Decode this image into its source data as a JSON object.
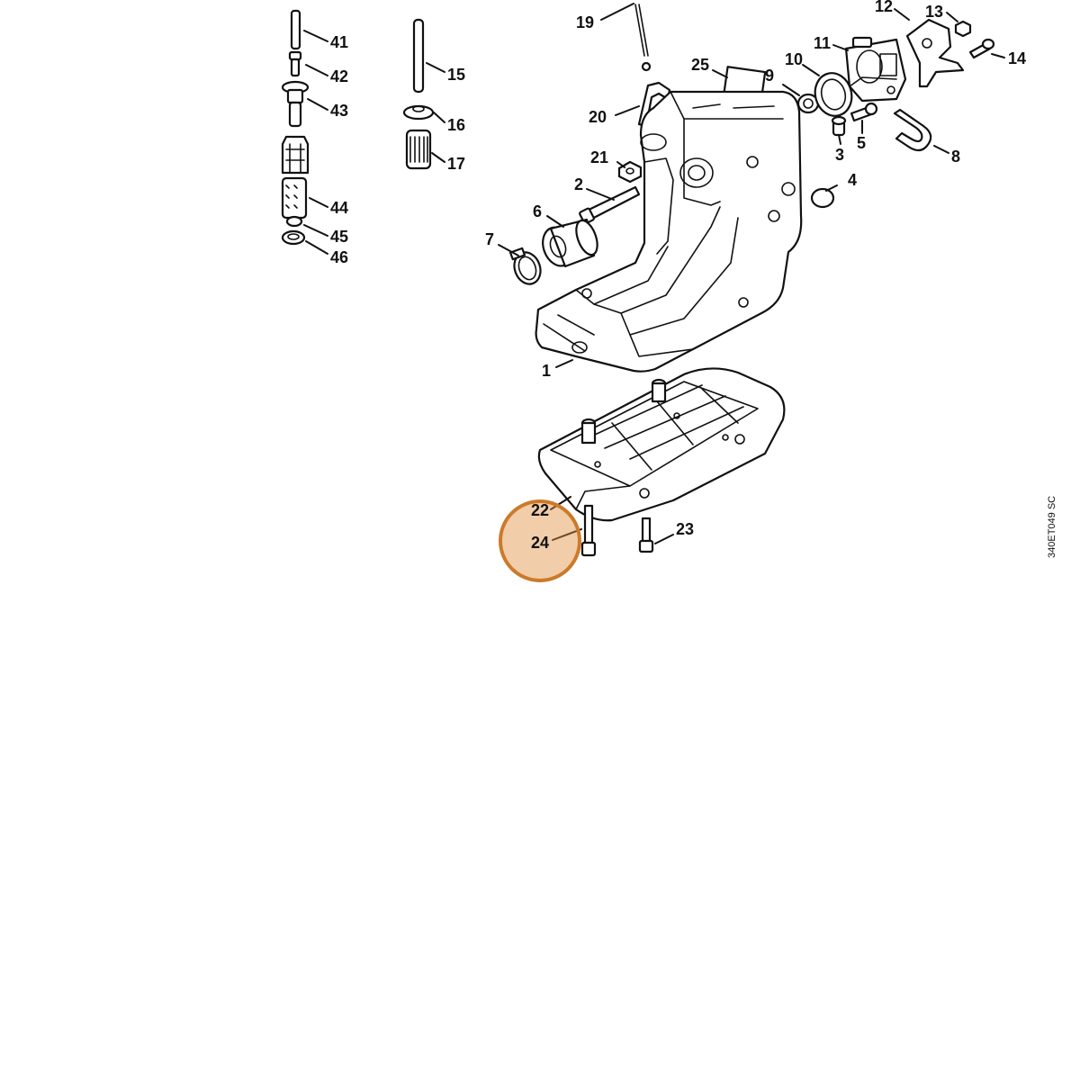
{
  "diagram": {
    "drawing_code": "340ET049 SC",
    "highlight_color": "#e09040",
    "highlighted_part": "24",
    "labels": [
      "1",
      "2",
      "3",
      "4",
      "5",
      "6",
      "7",
      "8",
      "9",
      "10",
      "11",
      "12",
      "13",
      "14",
      "15",
      "16",
      "17",
      "19",
      "20",
      "21",
      "22",
      "23",
      "24",
      "25",
      "41",
      "42",
      "43",
      "44",
      "45",
      "46"
    ]
  }
}
